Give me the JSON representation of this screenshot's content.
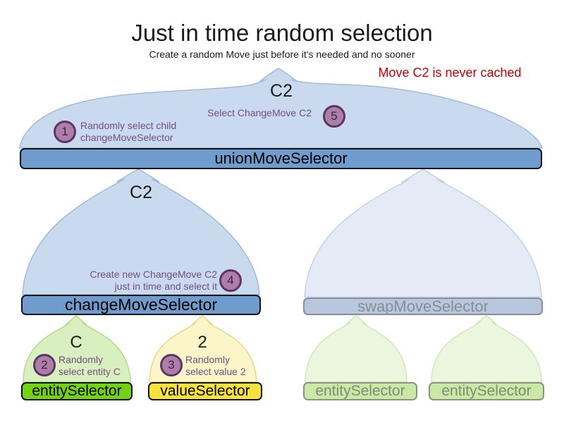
{
  "title": "Just in time random selection",
  "subtitle": "Create a random Move just before it's needed and no sooner",
  "warning_note": "Move C2 is never cached",
  "colors": {
    "note_red": "#c00000",
    "selector_bar_blue": "#6f9ccd",
    "mound_blue": "#c9d9ee",
    "swap_bar_blue_faded": "#b7c7de",
    "mound_blue_faded": "#e4ebf6",
    "entity_bar_green": "#73d216",
    "mound_green": "#d8f0c0",
    "value_bar_yellow": "#f7e13e",
    "mound_yellow": "#fbf5c7",
    "faded_bar_green": "#c9e9a4",
    "mound_green_faded": "#eaf6dd",
    "badge_plum": "#ad7fa8",
    "annotation_plum": "#75507b"
  },
  "nodes": {
    "union": {
      "label": "unionMoveSelector",
      "output": "C2"
    },
    "change": {
      "label": "changeMoveSelector",
      "output": "C2"
    },
    "swap": {
      "label": "swapMoveSelector"
    },
    "entity": {
      "label": "entitySelector",
      "output": "C"
    },
    "value": {
      "label": "valueSelector",
      "output": "2"
    },
    "entity_faded_left": {
      "label": "entitySelector"
    },
    "entity_faded_right": {
      "label": "entitySelector"
    }
  },
  "steps": [
    {
      "num": "1",
      "lines": [
        "Randomly select child",
        "changeMoveSelector"
      ]
    },
    {
      "num": "2",
      "lines": [
        "Randomly",
        "select entity C"
      ]
    },
    {
      "num": "3",
      "lines": [
        "Randomly",
        "select value 2"
      ]
    },
    {
      "num": "4",
      "lines": [
        "Create new ChangeMove C2",
        "just in time and select it"
      ]
    },
    {
      "num": "5",
      "lines": [
        "Select ChangeMove C2"
      ]
    }
  ]
}
